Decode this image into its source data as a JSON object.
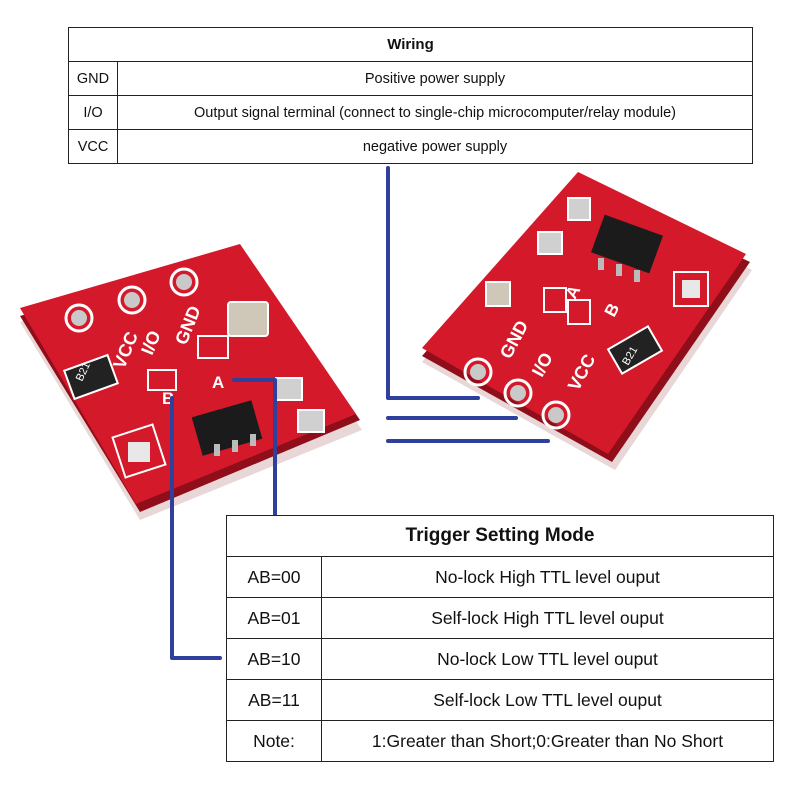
{
  "wiring": {
    "title": "Wiring",
    "rows": [
      {
        "pin": "GND",
        "desc": "Positive power supply"
      },
      {
        "pin": "I/O",
        "desc": "Output signal terminal (connect to single-chip microcomputer/relay module)"
      },
      {
        "pin": "VCC",
        "desc": "negative power supply"
      }
    ]
  },
  "trigger": {
    "title": "Trigger Setting Mode",
    "rows": [
      {
        "mode": "AB=00",
        "desc": "No-lock High TTL level ouput"
      },
      {
        "mode": "AB=01",
        "desc": "Self-lock High TTL level ouput"
      },
      {
        "mode": "AB=10",
        "desc": "No-lock Low TTL level ouput"
      },
      {
        "mode": "AB=11",
        "desc": "Self-lock Low TTL level ouput"
      },
      {
        "mode": "Note:",
        "desc": "1:Greater than Short;0:Greater than No Short"
      }
    ]
  },
  "board_left": {
    "pin_gnd": "GND",
    "pin_io": "I/O",
    "pin_vcc": "VCC",
    "pad_a": "A",
    "pad_b": "B",
    "component": "B21"
  },
  "board_right": {
    "pin_gnd": "GND",
    "pin_io": "I/O",
    "pin_vcc": "VCC",
    "pad_a": "A",
    "pad_b": "B",
    "component": "B21"
  },
  "colors": {
    "pcb": "#d4192a",
    "pcb_dark": "#9e0f1b",
    "silk": "#ffffff",
    "wire": "#2e3f9c",
    "chip": "#1b1b1b"
  }
}
